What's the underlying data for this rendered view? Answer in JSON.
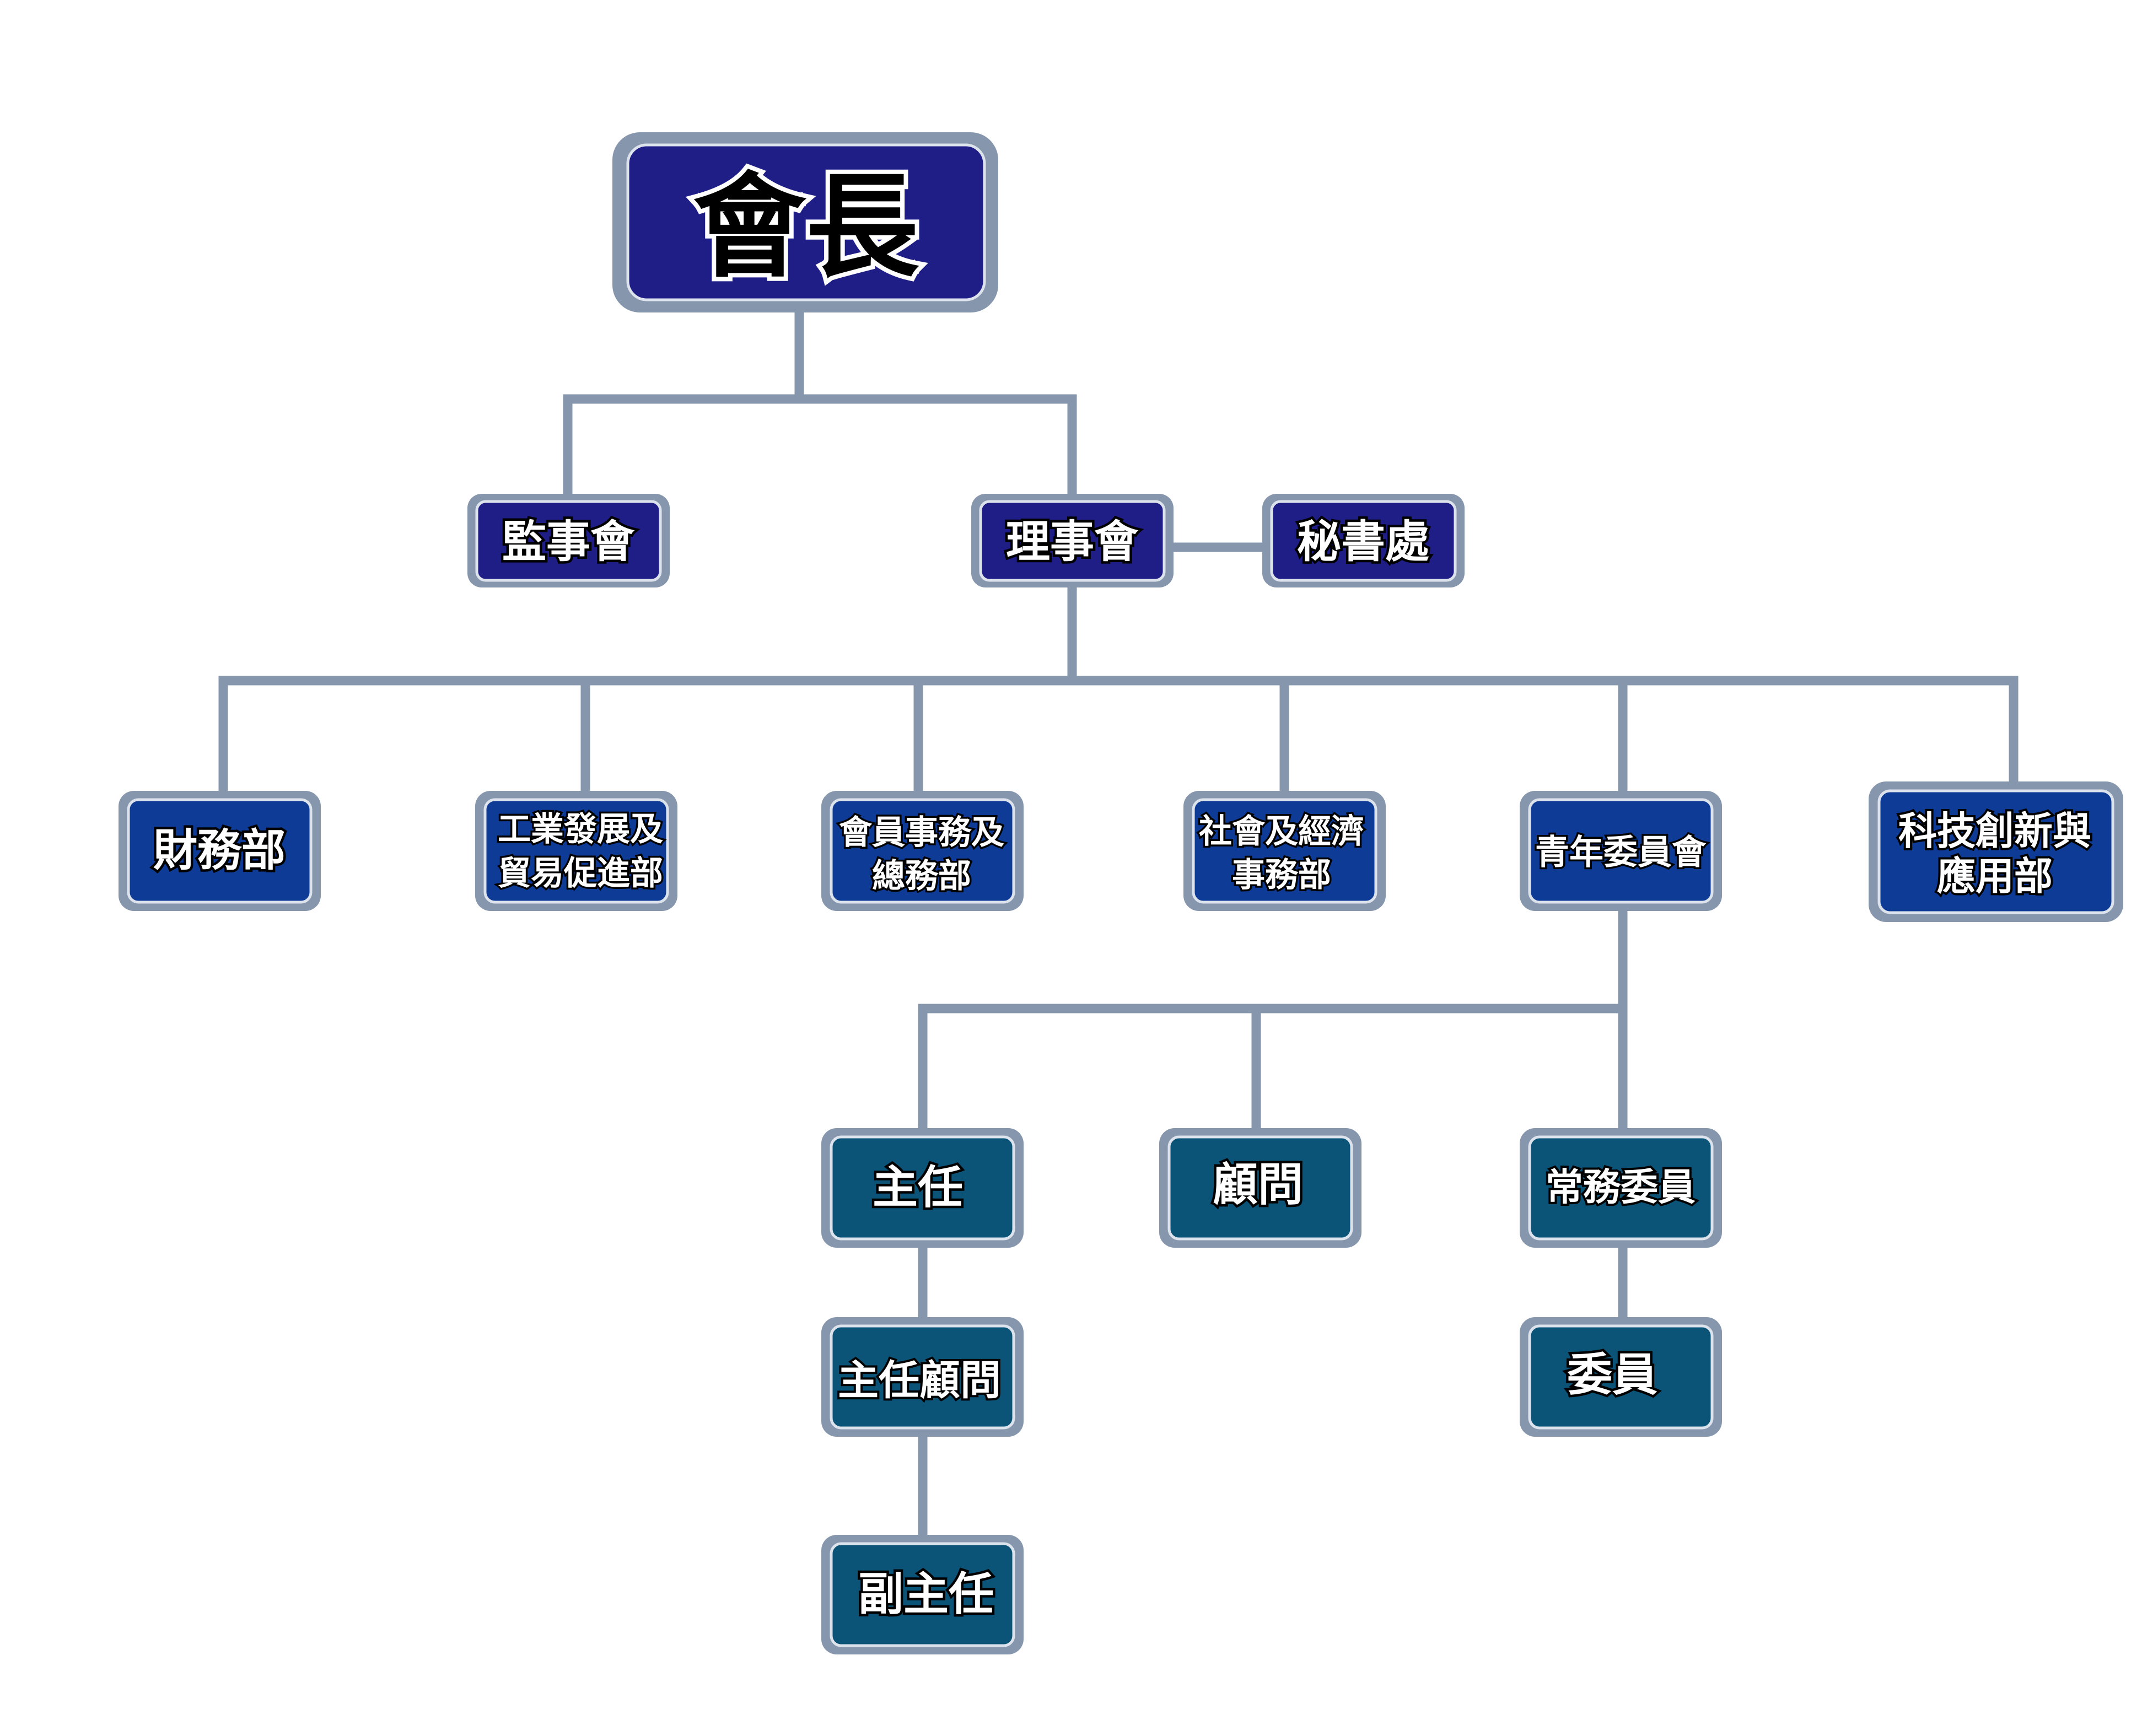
{
  "colors": {
    "connector": "#8696ac",
    "border": "#8696ac",
    "highlight": "#dde3ec",
    "indigo": "#1f1d86",
    "royal": "#0d3b96",
    "teal": "#0b5377"
  },
  "nodes": {
    "president": "會長",
    "supervisory_board": "監事會",
    "board_of_directors": "理事會",
    "secretariat": "秘書處",
    "finance_dept": "財務部",
    "industry_trade_dept": [
      "工業發展及",
      "貿易促進部"
    ],
    "member_affairs_dept": [
      "會員事務及",
      "總務部"
    ],
    "social_economic_dept": [
      "社會及經濟",
      "事務部"
    ],
    "youth_committee": "青年委員會",
    "tech_innovation_dept": [
      "科技創新與",
      "應用部"
    ],
    "director": "主任",
    "advisor": "顧問",
    "standing_member": "常務委員",
    "chief_advisor": "主任顧問",
    "member": "委員",
    "deputy_director": "副主任"
  }
}
